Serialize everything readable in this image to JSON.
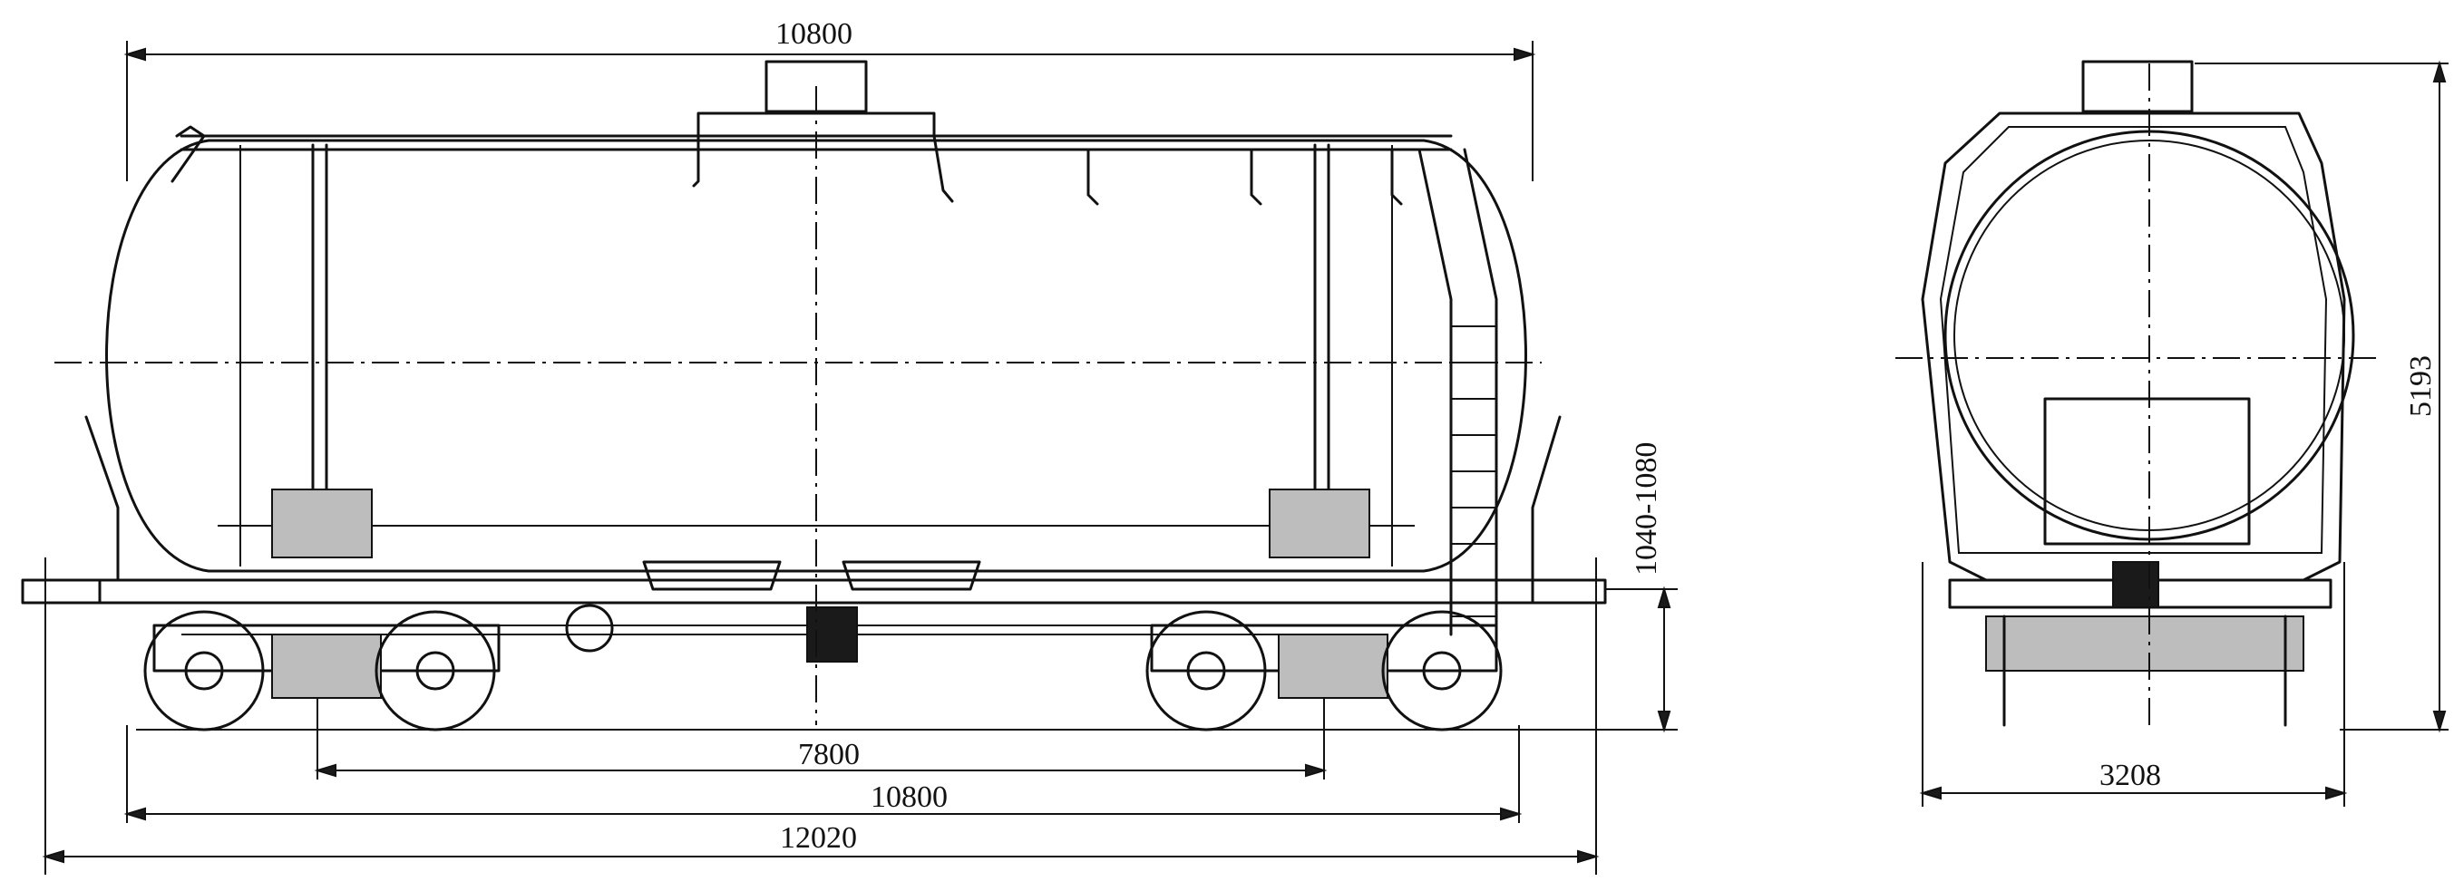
{
  "side_view": {
    "dims": {
      "top_length": "10800",
      "bogie_centers": "7800",
      "frame_length": "10800",
      "overall_length": "12020",
      "coupler_height": "1040-1080"
    }
  },
  "end_view": {
    "dims": {
      "width": "3208",
      "height": "5193"
    }
  }
}
